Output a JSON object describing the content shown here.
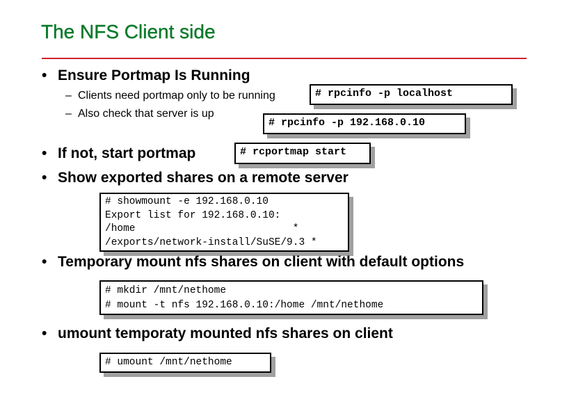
{
  "title": "The NFS Client side",
  "bullets": [
    {
      "text": "Ensure Portmap Is Running",
      "sub": [
        "Clients need portmap only to be running",
        "Also check that server is up"
      ]
    },
    {
      "text": "If not, start portmap"
    },
    {
      "text": "Show exported shares on a remote server"
    },
    {
      "text": "Temporary mount nfs shares on client with default options"
    },
    {
      "text": "umount temporaty mounted nfs shares on client"
    }
  ],
  "commands": {
    "rpcinfo_local": "# rpcinfo -p localhost",
    "rpcinfo_remote": "# rpcinfo -p 192.168.0.10",
    "rcportmap": "# rcportmap start",
    "showmount": [
      "# showmount -e 192.168.0.10",
      "Export list for 192.168.0.10:",
      "/home                          *",
      "/exports/network-install/SuSE/9.3 *"
    ],
    "mount": [
      "# mkdir /mnt/nethome",
      "# mount -t nfs 192.168.0.10:/home /mnt/nethome"
    ],
    "umount": "# umount /mnt/nethome"
  },
  "colors": {
    "title": "#0a7a2a",
    "rule": "#d0202a"
  }
}
